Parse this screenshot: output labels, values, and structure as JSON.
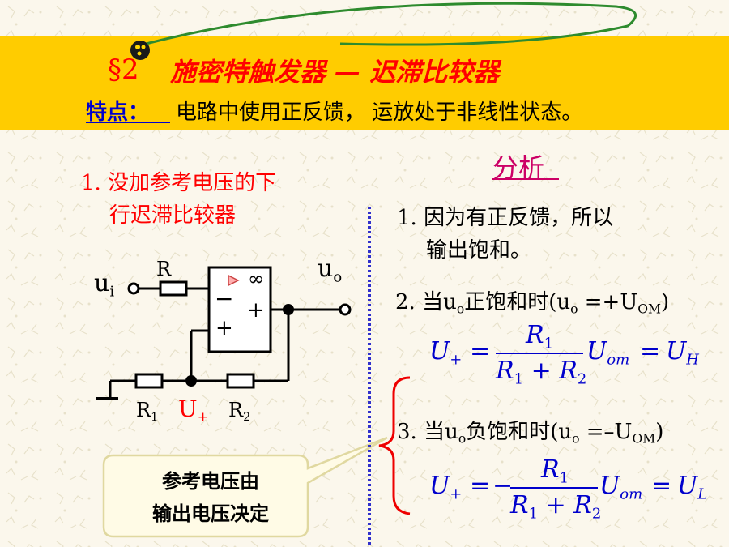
{
  "header": {
    "section_number": "§2",
    "title": "施密特触发器 — 迟滞比较器",
    "feature_label": "特点：",
    "feature_text": "电路中使用正反馈， 运放处于非线性状态。"
  },
  "left": {
    "heading_line1": "1. 没加参考电压的下",
    "heading_line2": "行迟滞比较器",
    "circuit": {
      "input_label_main": "u",
      "input_label_sub": "i",
      "output_label_main": "u",
      "output_label_sub": "o",
      "resistor_r": "R",
      "resistor_r1_main": "R",
      "resistor_r1_sub": "1",
      "resistor_r2_main": "R",
      "resistor_r2_sub": "2",
      "node_main": "U",
      "node_sub": "+",
      "opamp_gain": "∞",
      "opamp_minus": "−",
      "opamp_plus_out": "+",
      "opamp_plus_in": "+"
    },
    "callout_line1": "参考电压由",
    "callout_line2": "输出电压决定"
  },
  "right": {
    "analysis_title": "分析",
    "item1_line1": "1. 因为有正反馈，所以",
    "item1_line2": "输出饱和。",
    "item2": {
      "prefix": "2. 当u",
      "prefix_sub": "o",
      "middle": "正饱和时(u",
      "middle_sub": "o",
      "suffix": " =+U",
      "suffix_sub": "OM",
      "close": ")"
    },
    "eq1": {
      "lhs": "U",
      "lhs_sub": "+",
      "eq": "=",
      "sign": "",
      "num": "R",
      "num_sub": "1",
      "den_a": "R",
      "den_a_sub": "1",
      "den_plus": "+",
      "den_b": "R",
      "den_b_sub": "2",
      "factor": "U",
      "factor_sub": "om",
      "eq2": "=",
      "rhs": "U",
      "rhs_sub": "H"
    },
    "item3": {
      "prefix": "3. 当u",
      "prefix_sub": "o",
      "middle": "负饱和时(u",
      "middle_sub": "o",
      "suffix": " =–U",
      "suffix_sub": "OM",
      "close": ")"
    },
    "eq2": {
      "lhs": "U",
      "lhs_sub": "+",
      "eq": "=",
      "sign": "−",
      "num": "R",
      "num_sub": "1",
      "den_a": "R",
      "den_a_sub": "1",
      "den_plus": "+",
      "den_b": "R",
      "den_b_sub": "2",
      "factor": "U",
      "factor_sub": "om",
      "eq2": "=",
      "rhs": "U",
      "rhs_sub": "L"
    }
  },
  "colors": {
    "title_band": "#ffcc00",
    "title_text": "#ff0000",
    "feature_label": "#0000cc",
    "math": "#0000cc",
    "analysis": "#cc0066",
    "callout_fill": "#fffbe6",
    "callout_stroke": "#e0d8a0"
  }
}
